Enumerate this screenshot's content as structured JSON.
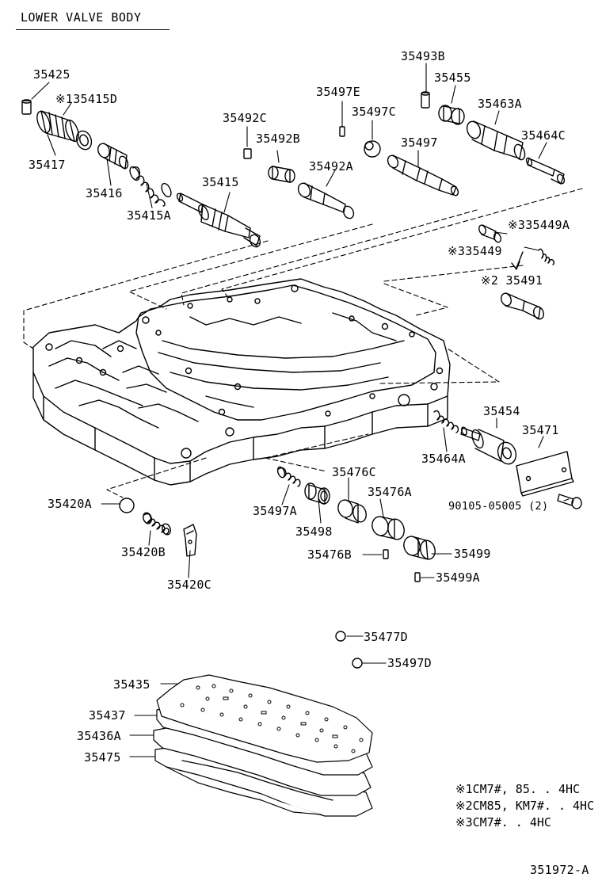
{
  "title": "LOWER VALVE BODY",
  "figure_code": "351972-A",
  "parts": {
    "p35425": "35425",
    "p35415D": "※135415D",
    "p35417": "35417",
    "p35416": "35416",
    "p35415A": "35415A",
    "p35415": "35415",
    "p35492C": "35492C",
    "p35492B": "35492B",
    "p35492A": "35492A",
    "p35497E": "35497E",
    "p35497C": "35497C",
    "p35497": "35497",
    "p35493B": "35493B",
    "p35455": "35455",
    "p35463A": "35463A",
    "p35464C": "35464C",
    "p35449A": "※335449A",
    "p35449": "※335449",
    "p35491": "※2 35491",
    "p35454": "35454",
    "p35471": "35471",
    "p35464A": "35464A",
    "p90105": "90105-05005 (2)",
    "p35420A": "35420A",
    "p35420B": "35420B",
    "p35420C": "35420C",
    "p35497A": "35497A",
    "p35498": "35498",
    "p35476C": "35476C",
    "p35476A": "35476A",
    "p35476B": "35476B",
    "p35499": "35499",
    "p35499A": "35499A",
    "p35477D": "35477D",
    "p35497D": "35497D",
    "p35435": "35435",
    "p35437": "35437",
    "p35436A": "35436A",
    "p35475": "35475"
  },
  "notes": [
    "※1CM7#, 85. . 4HC",
    "※2CM85, KM7#. . 4HC",
    "※3CM7#. . 4HC"
  ]
}
